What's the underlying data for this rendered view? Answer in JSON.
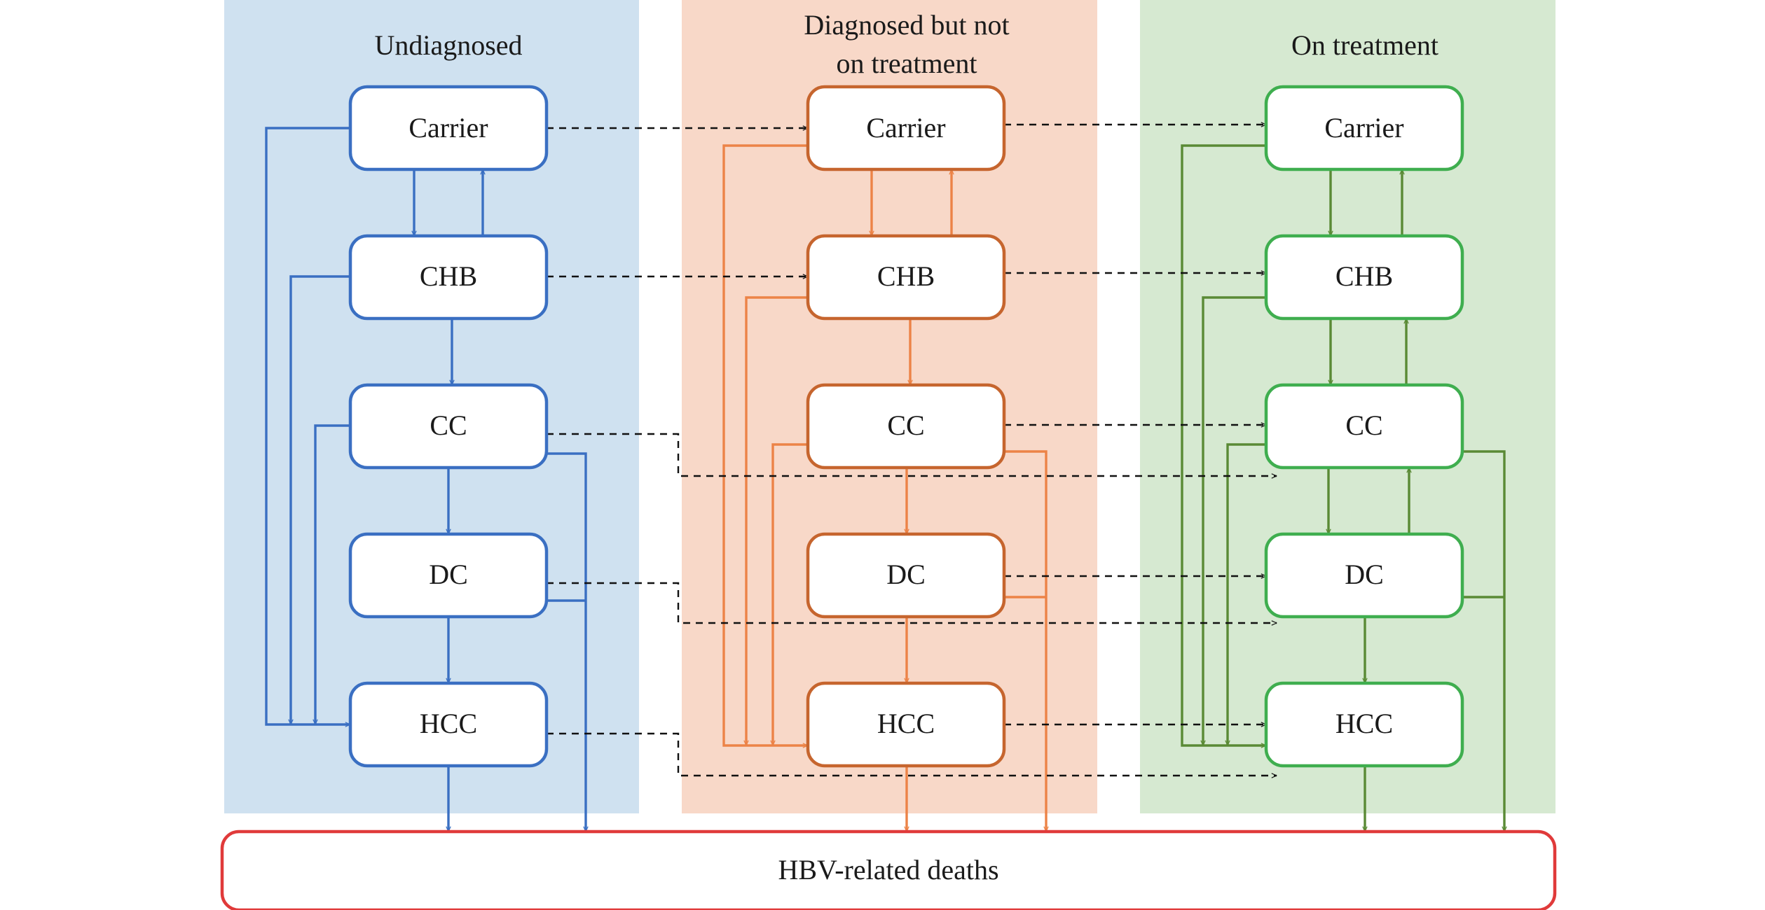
{
  "columns": {
    "undiagnosed": {
      "title": "Undiagnosed",
      "color": "#3a6fc2",
      "background": "#cfe1f0"
    },
    "diagnosed": {
      "title_line1": "Diagnosed but not",
      "title_line2": "on treatment",
      "color": "#c6652e",
      "background": "#f8d8c8"
    },
    "treatment": {
      "title": "On treatment",
      "color": "#3fae4f",
      "background": "#d6e9d1"
    }
  },
  "states": {
    "carrier": "Carrier",
    "chb": "CHB",
    "cc": "CC",
    "dc": "DC",
    "hcc": "HCC"
  },
  "outcome": {
    "label": "HBV-related deaths",
    "color": "#e03a3a"
  },
  "arrow_colors": {
    "blue": "#3a6fc2",
    "orange": "#ec8347",
    "green": "#5a8a35",
    "dashed": "#111111"
  }
}
